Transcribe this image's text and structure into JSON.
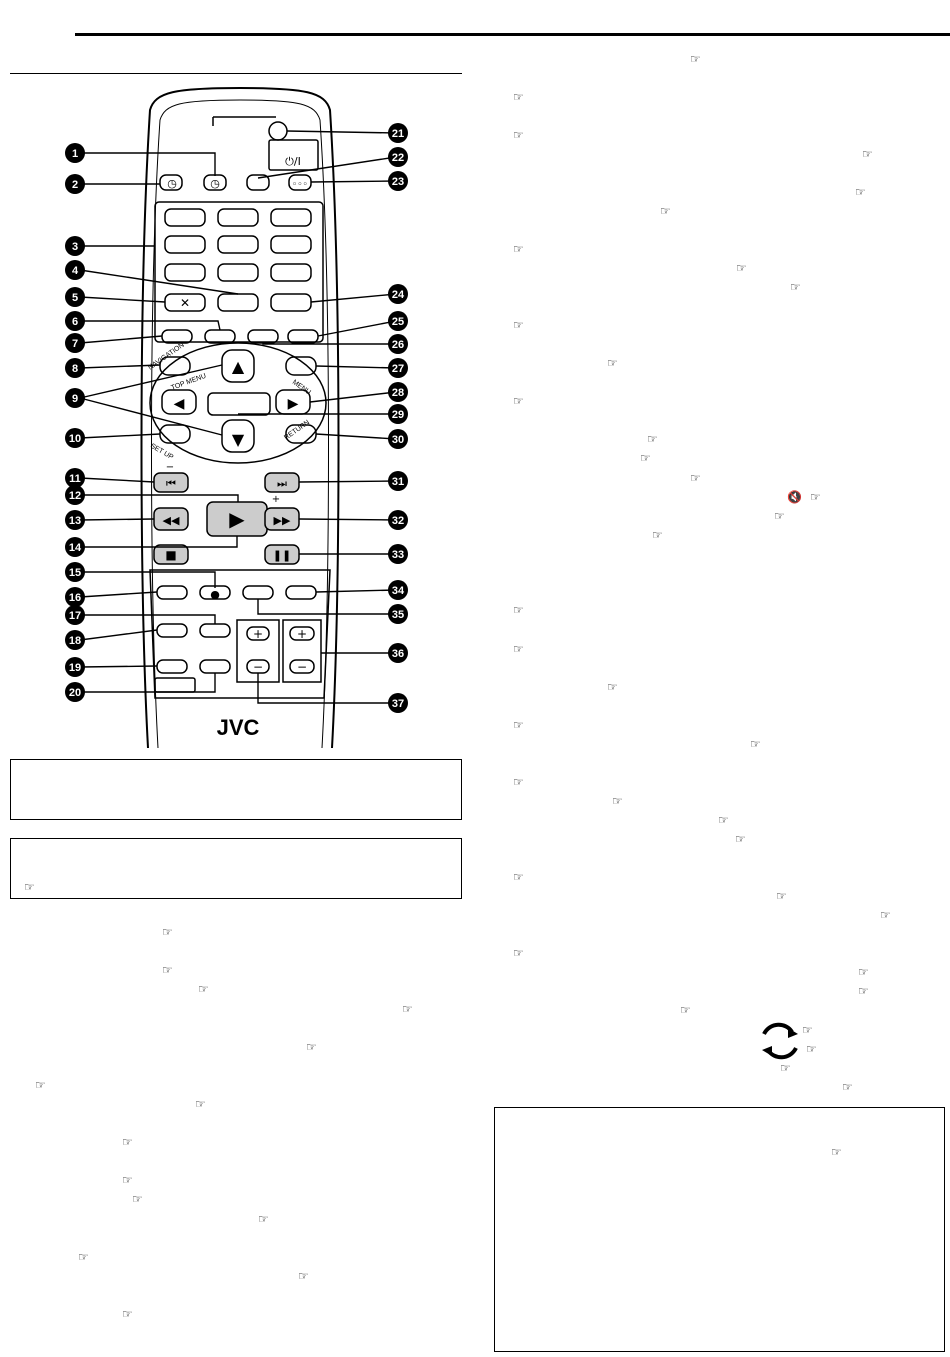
{
  "brand": "JVC",
  "icons": {
    "reference": "☞",
    "mute": "🔇"
  },
  "button_symbols": {
    "power": "⏻/I",
    "cancel": "✕",
    "skip_back": "⏮",
    "skip_fwd": "⏭",
    "rewind": "◀◀",
    "play": "▶",
    "ffwd": "▶▶",
    "stop": "■",
    "pause": "❚❚",
    "record": "●",
    "plus": "+",
    "minus": "−",
    "up": "▲",
    "down": "▼",
    "left": "◀",
    "right": "▶"
  },
  "remote_text": {
    "navigation": "NAVIGATION",
    "top_menu": "TOP MENU",
    "menu": "MENU",
    "setup": "SET UP",
    "return": "RETURN",
    "minus_label": "−",
    "plus_label": "+"
  },
  "callouts": [
    "1",
    "2",
    "3",
    "4",
    "5",
    "6",
    "7",
    "8",
    "9",
    "10",
    "11",
    "12",
    "13",
    "14",
    "15",
    "16",
    "17",
    "18",
    "19",
    "20",
    "21",
    "22",
    "23",
    "24",
    "25",
    "26",
    "27",
    "28",
    "29",
    "30",
    "31",
    "32",
    "33",
    "34",
    "35",
    "36",
    "37"
  ]
}
